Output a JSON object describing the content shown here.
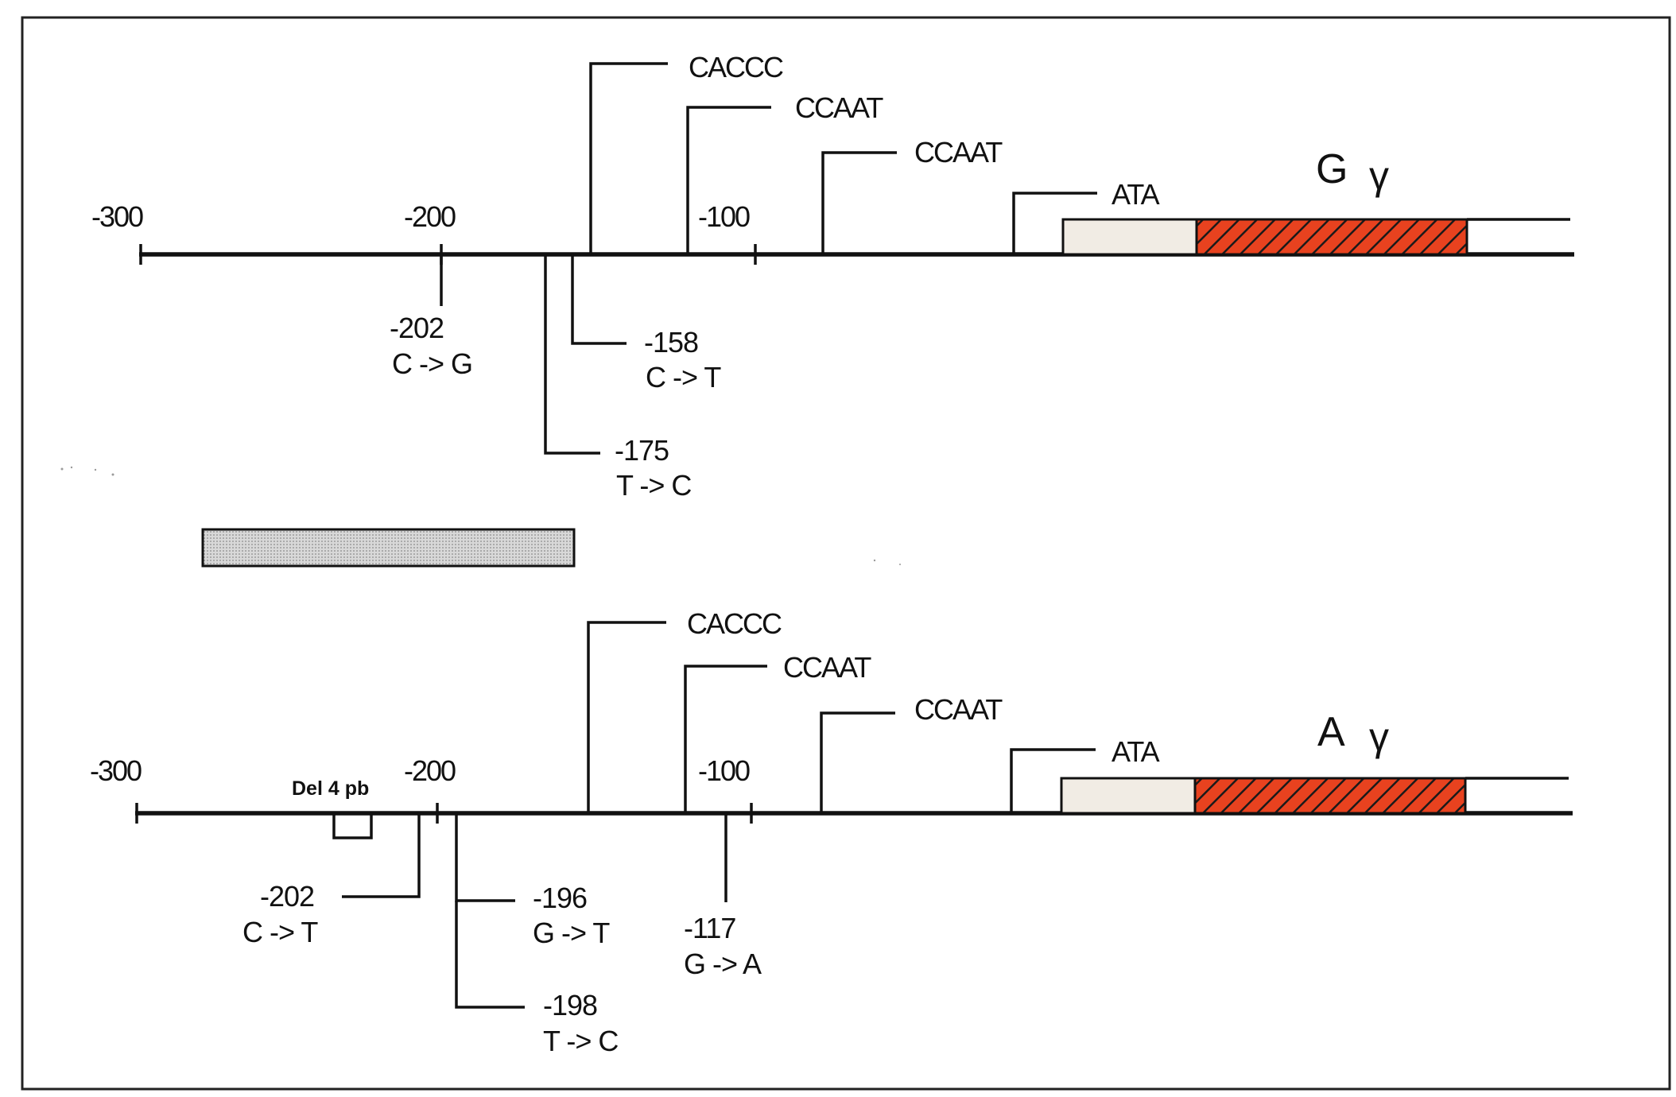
{
  "colors": {
    "background": "#ffffff",
    "frame": "#222222",
    "line": "#111111",
    "utr_box": "#f1ece4",
    "coding_box": "#e8421f",
    "hatch": "#1a1a1a",
    "grey_bar": "#cfcfcf"
  },
  "top_gene": {
    "name": "G",
    "greek": "γ",
    "ticks": [
      "-300",
      "-200",
      "-100"
    ],
    "elements": [
      "CACCC",
      "CCAAT",
      "CCAAT",
      "ATA"
    ],
    "mutations": [
      {
        "position": "-202",
        "change": "C -> G"
      },
      {
        "position": "-158",
        "change": "C -> T"
      },
      {
        "position": "-175",
        "change": "T -> C"
      }
    ]
  },
  "bottom_gene": {
    "name": "A",
    "greek": "γ",
    "ticks": [
      "-300",
      "-200",
      "-100"
    ],
    "deletion": "Del 4 pb",
    "elements": [
      "CACCC",
      "CCAAT",
      "CCAAT",
      "ATA"
    ],
    "mutations": [
      {
        "position": "-202",
        "change": "C -> T"
      },
      {
        "position": "-196",
        "change": "G -> T"
      },
      {
        "position": "-198",
        "change": "T -> C"
      },
      {
        "position": "-117",
        "change": "G -> A"
      }
    ]
  }
}
